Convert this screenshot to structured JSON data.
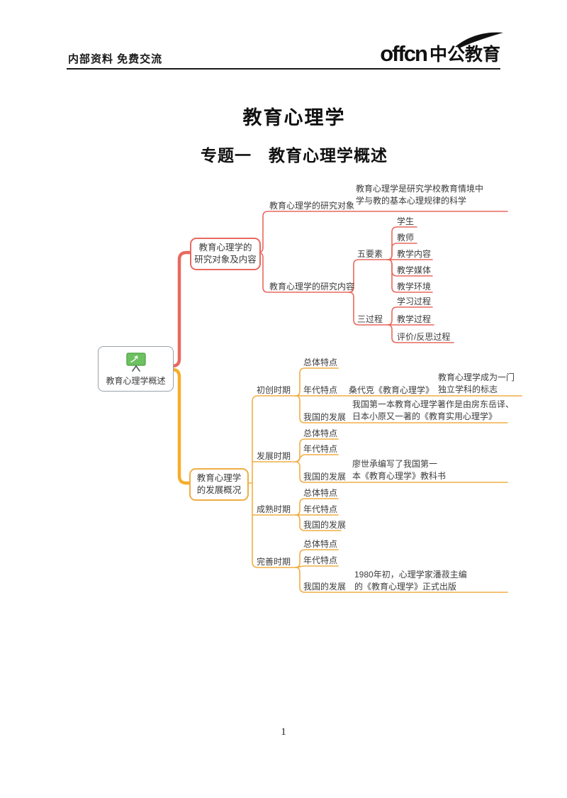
{
  "header": {
    "note": "内部资料 免费交流",
    "logo_text": "offcn",
    "logo_brand": "中公教育"
  },
  "title": "教育心理学",
  "subtitle": "专题一　教育心理学概述",
  "footer": {
    "page_number": "1"
  },
  "colors": {
    "research_branch": "#e8695f",
    "development_branch": "#f5ad29",
    "root_border": "#98a1a8",
    "board_green": "#6cc161",
    "text": "#3c3c3c"
  },
  "icons": {
    "root_icon": "blackboard-icon"
  },
  "mindmap": {
    "root_label": "教育心理学概述",
    "research": {
      "box": "教育心理学的\n研究对象及内容",
      "object": {
        "label": "教育心理学的研究对象",
        "note": "教育心理学是研究学校教育情境中\n学与教的基本心理规律的科学"
      },
      "content": {
        "label": "教育心理学的研究内容",
        "five_elements": {
          "label": "五要素",
          "items": [
            "学生",
            "教师",
            "教学内容",
            "教学媒体",
            "教学环境"
          ]
        },
        "three_processes": {
          "label": "三过程",
          "items": [
            "学习过程",
            "教学过程",
            "评价/反思过程"
          ]
        }
      }
    },
    "development": {
      "box": "教育心理学\n的发展概况",
      "periods": [
        {
          "label": "初创时期",
          "children": [
            {
              "label": "总体特点"
            },
            {
              "label": "年代特点",
              "note": "桑代克《教育心理学》",
              "note2": "教育心理学成为一门\n独立学科的标志"
            },
            {
              "label": "我国的发展",
              "note": "我国第一本教育心理学著作是由房东岳译、\n日本小原又一著的《教育实用心理学》"
            }
          ]
        },
        {
          "label": "发展时期",
          "children": [
            {
              "label": "总体特点"
            },
            {
              "label": "年代特点"
            },
            {
              "label": "我国的发展",
              "note": "廖世承编写了我国第一\n本《教育心理学》教科书"
            }
          ]
        },
        {
          "label": "成熟时期",
          "children": [
            {
              "label": "总体特点"
            },
            {
              "label": "年代特点"
            },
            {
              "label": "我国的发展"
            }
          ]
        },
        {
          "label": "完善时期",
          "children": [
            {
              "label": "总体特点"
            },
            {
              "label": "年代特点"
            },
            {
              "label": "我国的发展",
              "note": "1980年初，心理学家潘菽主编\n的《教育心理学》正式出版"
            }
          ]
        }
      ]
    }
  }
}
